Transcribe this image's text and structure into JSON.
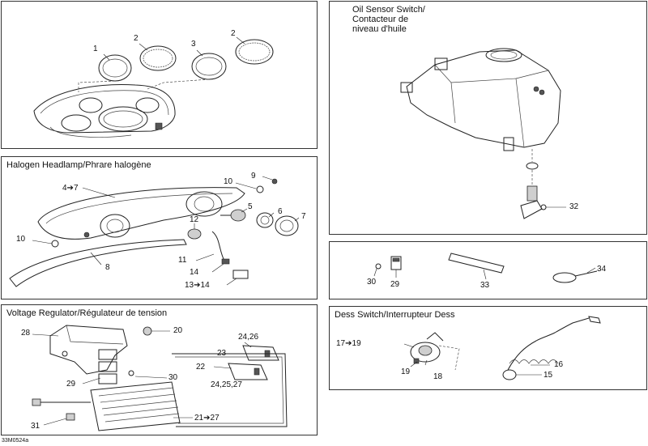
{
  "panels": {
    "gauges": {
      "labels": [
        "1",
        "2",
        "3",
        "2"
      ]
    },
    "headlamp": {
      "title": "Halogen Headlamp/Phrare halogène",
      "labels": [
        "4➔7",
        "10",
        "9",
        "5",
        "6",
        "7",
        "12",
        "10",
        "8",
        "11",
        "14",
        "13➔14"
      ]
    },
    "regulator": {
      "title": "Voltage Regulator/Régulateur de tension",
      "labels": [
        "28",
        "20",
        "24,26",
        "23",
        "22",
        "24,25,27",
        "29",
        "30",
        "31",
        "21➔27"
      ]
    },
    "oil": {
      "title": "Oil Sensor Switch/\nContacteur de\nniveau d'huile",
      "labels": [
        "32"
      ]
    },
    "misc": {
      "labels": [
        "30",
        "29",
        "33",
        "34"
      ]
    },
    "dess": {
      "title": "Dess Switch/Interrupteur Dess",
      "labels": [
        "17➔19",
        "19",
        "18",
        "16",
        "15"
      ]
    }
  },
  "figure_ref": "33M0524a"
}
